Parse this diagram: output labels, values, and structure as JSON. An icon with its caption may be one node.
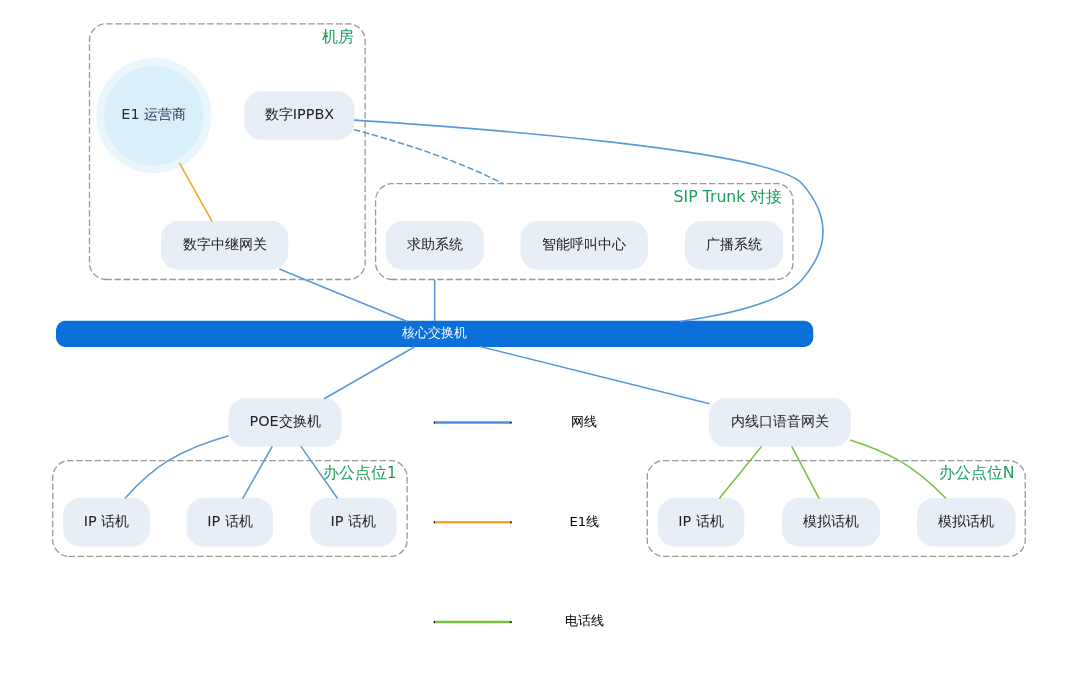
{
  "diagram": {
    "nodes": [
      {
        "text": [
          "机房"
        ]
      },
      {
        "text": [
          "E1 运营商"
        ],
        "in": 0
      },
      {
        "text": [
          "数字中继网关"
        ],
        "in": 0
      },
      {
        "text": [
          "数字IPPBX"
        ],
        "in": 0
      },
      {
        "text": [
          "SIP Trunk 对接"
        ]
      },
      {
        "text": [
          "广播系统"
        ],
        "in": 4
      },
      {
        "text": [
          "智能呼叫中心"
        ],
        "in": 4
      },
      {
        "text": [
          "求助系统"
        ],
        "in": 4
      },
      {
        "text": [
          "核心交换机"
        ]
      },
      {
        "text": [
          "POE交换机"
        ]
      },
      {
        "text": [
          "内线口语音网关"
        ]
      },
      {
        "text": [
          "办公点位1"
        ]
      },
      {
        "text": [
          "IP 话机"
        ],
        "in": 11
      },
      {
        "text": [
          "IP 话机"
        ],
        "in": 11
      },
      {
        "text": [
          "IP 话机"
        ],
        "in": 11
      },
      {
        "text": [
          "办公点位N"
        ]
      },
      {
        "text": [
          "模拟话机"
        ],
        "in": 15
      },
      {
        "text": [
          "模拟话机"
        ],
        "in": 15
      },
      {
        "text": [
          "IP 话机"
        ],
        "in": 15
      }
    ],
    "edges": [
      {
        "from": 1,
        "to": 2,
        "arrow": "none",
        "color": "#f5a623"
      },
      {
        "from": 2,
        "to": 8,
        "arrow": "none"
      },
      {
        "from": 3,
        "to": 8,
        "arrow": "none"
      },
      {
        "from": 3,
        "to": 4,
        "arrow": "none",
        "style": "dashed"
      },
      {
        "from": 4,
        "to": 8,
        "arrow": "none"
      },
      {
        "from": 8,
        "to": 9,
        "arrow": "none"
      },
      {
        "from": 8,
        "to": 10,
        "arrow": "none"
      },
      {
        "from": 9,
        "to": 12,
        "arrow": "none"
      },
      {
        "from": 9,
        "to": 13,
        "arrow": "none"
      },
      {
        "from": 9,
        "to": 14,
        "arrow": "none"
      },
      {
        "from": 10,
        "to": 16,
        "arrow": "none",
        "color": "#7ac143"
      },
      {
        "from": 10,
        "to": 17,
        "arrow": "none",
        "color": "#7ac143"
      },
      {
        "from": 10,
        "to": 18,
        "arrow": "none",
        "color": "#7ac143"
      }
    ],
    "legend": [
      {
        "text": "网线"
      },
      {
        "text": "E1线"
      },
      {
        "text": "电话线"
      }
    ]
  }
}
